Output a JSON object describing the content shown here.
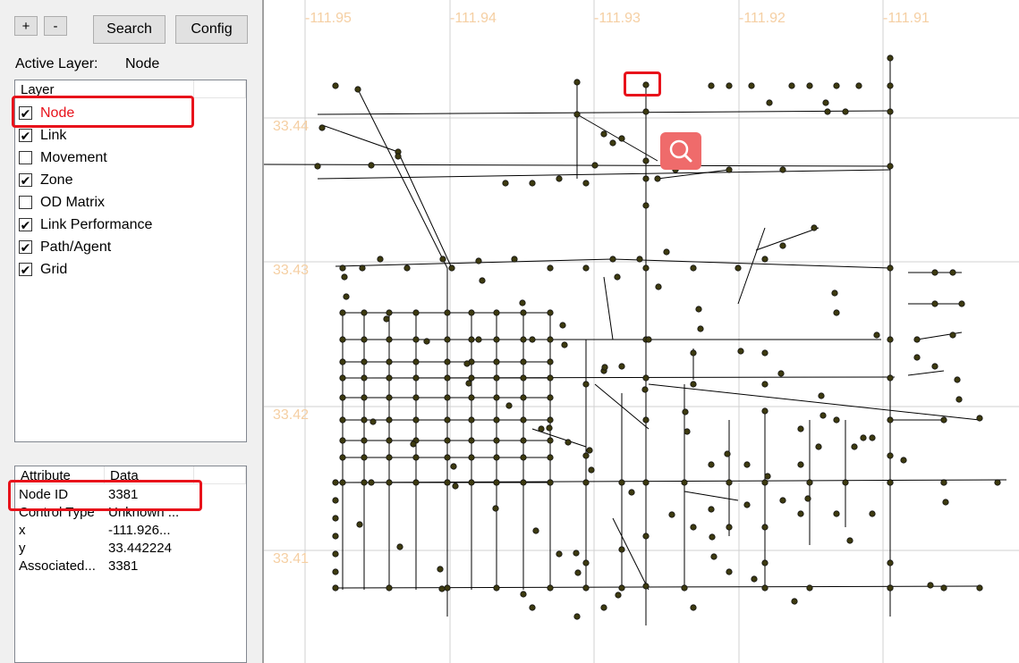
{
  "toolbar": {
    "zoom_in": "+",
    "zoom_out": "-",
    "search": "Search",
    "config": "Config"
  },
  "active_layer": {
    "label": "Active Layer:",
    "value": "Node"
  },
  "layers": {
    "header": "Layer",
    "items": [
      {
        "label": "Node",
        "checked": true,
        "selected": true
      },
      {
        "label": "Link",
        "checked": true
      },
      {
        "label": "Movement",
        "checked": false
      },
      {
        "label": "Zone",
        "checked": true
      },
      {
        "label": "OD Matrix",
        "checked": false
      },
      {
        "label": "Link Performance",
        "checked": true
      },
      {
        "label": "Path/Agent",
        "checked": true
      },
      {
        "label": "Grid",
        "checked": true
      }
    ]
  },
  "attributes": {
    "header_attr": "Attribute",
    "header_data": "Data",
    "rows": [
      {
        "k": "Node ID",
        "v": "3381"
      },
      {
        "k": "Control Type",
        "v": "Unknown ..."
      },
      {
        "k": "x",
        "v": "-111.926..."
      },
      {
        "k": "y",
        "v": "33.442224"
      },
      {
        "k": "Associated...",
        "v": "3381"
      }
    ]
  },
  "map": {
    "lon_ticks": [
      "-111.95",
      "-111.94",
      "-111.93",
      "-111.92",
      "-111.91"
    ],
    "lat_ticks": [
      "33.44",
      "33.43",
      "33.42",
      "33.41"
    ],
    "node_color": "#3d3a10",
    "link_color": "#000000",
    "grid_color": "#d0d0d0",
    "tick_color": "#f5cfa3",
    "highlight_color": "#e8121b"
  }
}
